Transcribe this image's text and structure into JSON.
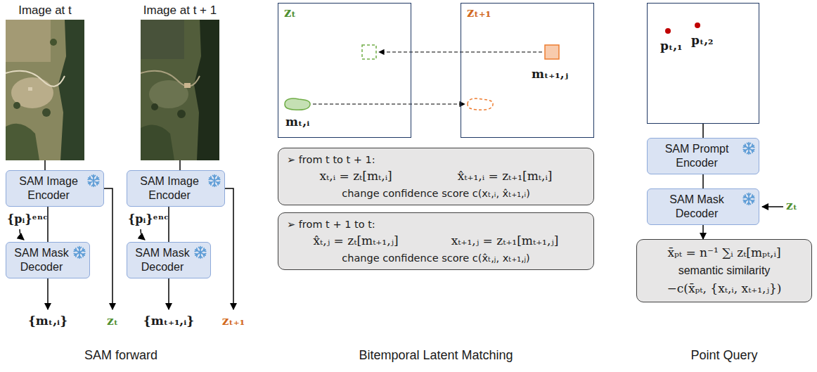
{
  "diagram": {
    "nodes": [
      {
        "text": [
          "Image at t"
        ]
      },
      {
        "text": [
          "Image at t + 1"
        ]
      },
      {
        "text": [
          "SAM Image Encoder"
        ]
      },
      {
        "text": [
          "SAM Image Encoder"
        ]
      },
      {
        "text": [
          "SAM Mask Decoder"
        ]
      },
      {
        "text": [
          "SAM Mask Decoder"
        ]
      },
      {
        "text": [
          "zₜ",
          "mₜ,ᵢ"
        ]
      },
      {
        "text": [
          "zₜ₊₁",
          "mₜ₊₁,ⱼ"
        ]
      },
      {
        "text": [
          "➢ from t to t + 1:",
          "xₜ,ᵢ = zₜ[mₜ,ᵢ]",
          "x̂ₜ₊₁,ᵢ = zₜ₊₁[mₜ,ᵢ]",
          "change confidence score c(xₜ,ᵢ, x̂ₜ₊₁,ᵢ)"
        ]
      },
      {
        "text": [
          "➢ from t + 1 to t:",
          "x̂ₜ,ⱼ = zₜ[mₜ₊₁,ⱼ]",
          "xₜ₊₁,ⱼ = zₜ₊₁[mₜ₊₁,ⱼ]",
          "change confidence score c(x̂ₜ,ⱼ, xₜ₊₁,ⱼ)"
        ]
      },
      {
        "text": [
          "pₜ,₁",
          "pₜ,₂"
        ]
      },
      {
        "text": [
          "SAM Prompt Encoder"
        ]
      },
      {
        "text": [
          "SAM Mask Decoder"
        ]
      },
      {
        "text": [
          "x̄ₚₜ = n⁻¹ ∑ᵢ zₜ[mₚₜ,ᵢ]",
          "semantic similarity",
          "−c(x̄ₚₜ, {xₜ,ᵢ, xₜ₊₁,ⱼ})"
        ]
      }
    ],
    "edges": [
      {
        "from": 0,
        "to": 2,
        "arrow": "none"
      },
      {
        "from": 1,
        "to": 3,
        "arrow": "none"
      },
      {
        "from": 2,
        "to": 4,
        "arrow": "none"
      },
      {
        "from": 3,
        "to": 5,
        "arrow": "none"
      },
      {
        "from": 10,
        "to": 11,
        "arrow": "none"
      },
      {
        "from": 11,
        "to": 12,
        "arrow": "none"
      },
      {
        "from": 12,
        "to": 13,
        "arrow": "to"
      }
    ],
    "labels": [
      "{pᵢ}ᵉⁿᶜ",
      "{pᵢ}ᵉⁿᶜ",
      "{mₜ,ᵢ}",
      "zₜ",
      "{mₜ₊₁,ᵢ}",
      "zₜ₊₁",
      "SAM forward",
      "Bitemporal Latent Matching",
      "zₜ",
      "Point Query"
    ]
  }
}
